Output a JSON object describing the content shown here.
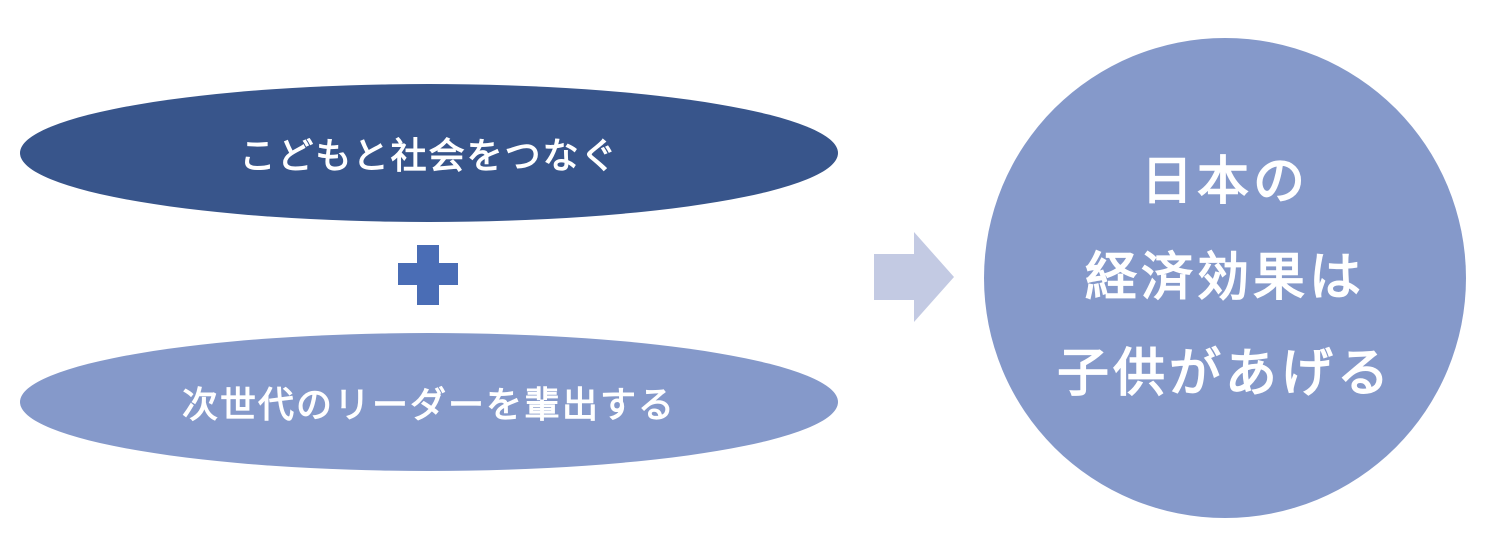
{
  "colors": {
    "dark_blue": "#38558b",
    "medium_blue": "#8599ca",
    "plus_blue": "#4a6db5",
    "arrow_light": "#c3cae3",
    "text": "#ffffff"
  },
  "left": {
    "top_ellipse_label": "こどもと社会をつなぐ",
    "bottom_ellipse_label": "次世代のリーダーを輩出する",
    "plus_icon": "plus-icon"
  },
  "arrow_icon": "arrow-right-icon",
  "circle": {
    "lines": [
      "日本の",
      "経済効果は",
      "子供があげる"
    ]
  }
}
